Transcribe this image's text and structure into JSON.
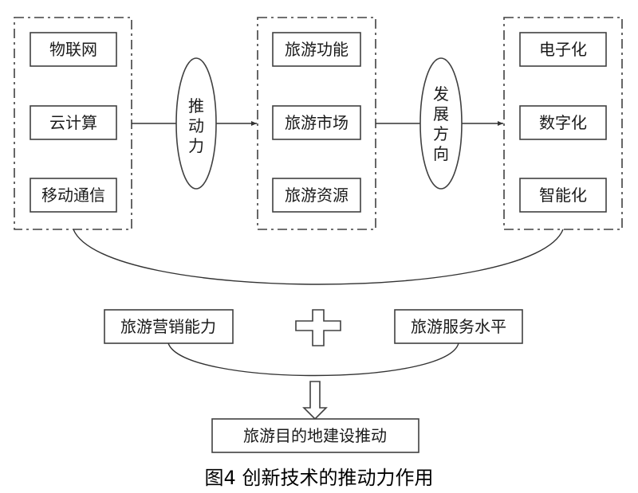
{
  "technologies": [
    "物联网",
    "云计算",
    "移动通信"
  ],
  "driver_label": [
    "推",
    "动",
    "力"
  ],
  "tourism_aspects": [
    "旅游功能",
    "旅游市场",
    "旅游资源"
  ],
  "direction_label": [
    "发",
    "展",
    "方",
    "向"
  ],
  "outcomes": [
    "电子化",
    "数字化",
    "智能化"
  ],
  "capability_left": "旅游营销能力",
  "capability_right": "旅游服务水平",
  "result": "旅游目的地建设推动",
  "caption": "图4 创新技术的推动力作用",
  "colors": {
    "stroke": "#404040",
    "text": "#1a1a1a"
  }
}
